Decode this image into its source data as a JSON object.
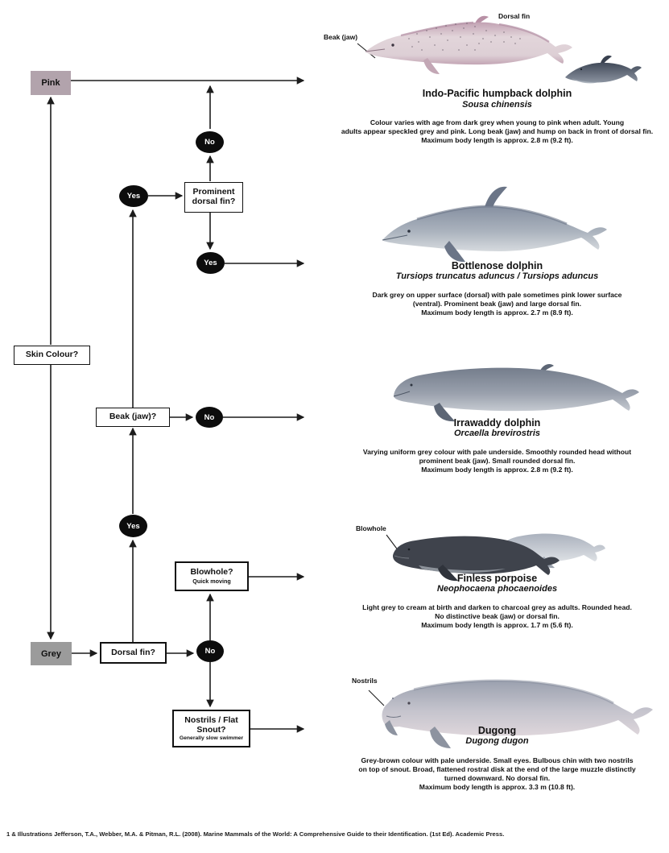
{
  "flowchart": {
    "nodes": {
      "pink": {
        "label": "Pink"
      },
      "grey": {
        "label": "Grey"
      },
      "skin_colour": {
        "label": "Skin Colour?"
      },
      "prominent_dorsal_fin": {
        "label": "Prominent dorsal fin?"
      },
      "beak_jaw": {
        "label": "Beak (jaw)?"
      },
      "dorsal_fin": {
        "label": "Dorsal fin?"
      },
      "blowhole": {
        "label": "Blowhole?",
        "sublabel": "Quick moving"
      },
      "nostrils": {
        "label": "Nostrils / Flat Snout?",
        "sublabel": "Generally slow swimmer"
      }
    },
    "decisions": {
      "yes": "Yes",
      "no": "No"
    },
    "colors": {
      "pink_box": "#b2a3ac",
      "grey_box": "#9b9b9b",
      "line": "#1c1c1c"
    }
  },
  "species": [
    {
      "common_name": "Indo-Pacific humpback dolphin",
      "scientific_name": "Sousa chinensis",
      "annotations": [
        "Beak (jaw)",
        "Dorsal fin"
      ],
      "body_color": "#d9c8d2",
      "description_lines": [
        "Colour varies with age from dark grey when young to pink when adult. Young",
        "adults appear speckled grey and pink. Long beak (jaw) and hump on back in front of dorsal fin.",
        "Maximum body length is approx. 2.8 m  (9.2 ft)."
      ]
    },
    {
      "common_name": "Bottlenose dolphin",
      "scientific_name": "Tursiops truncatus aduncus / Tursiops aduncus",
      "annotations": [],
      "body_color": "#8690a1",
      "description_lines": [
        "Dark grey on upper surface (dorsal) with pale sometimes pink lower surface",
        "(ventral). Prominent beak (jaw) and large dorsal fin.",
        "Maximum body length is approx. 2.7 m  (8.9 ft)."
      ]
    },
    {
      "common_name": "Irrawaddy dolphin",
      "scientific_name": "Orcaella brevirostris",
      "annotations": [],
      "body_color": "#747d8c",
      "description_lines": [
        "Varying uniform grey colour with pale underside. Smoothly rounded head without",
        "prominent beak (jaw). Small rounded dorsal fin.",
        "Maximum body length is approx. 2.8 m  (9.2 ft)."
      ]
    },
    {
      "common_name": "Finless porpoise",
      "scientific_name": "Neophocaena phocaenoides",
      "annotations": [
        "Blowhole"
      ],
      "body_color": "#3f434c",
      "description_lines": [
        "Light grey to cream at birth and darken to charcoal grey as adults. Rounded head.",
        "No distinctive beak (jaw) or dorsal fin.",
        "Maximum body length is approx. 1.7 m  (5.6 ft)."
      ]
    },
    {
      "common_name": "Dugong",
      "scientific_name": "Dugong dugon",
      "annotations": [
        "Nostrils"
      ],
      "body_color": "#9ba1af",
      "description_lines": [
        "Grey-brown colour with pale underside. Small eyes. Bulbous chin with two nostrils",
        "on top of snout. Broad, flattened rostral disk at the end of the large muzzle distinctly",
        "turned downward. No dorsal fin.",
        "Maximum body length is approx. 3.3 m  (10.8 ft)."
      ]
    }
  ],
  "footer": "1 & Illustrations Jefferson, T.A., Webber, M.A. & Pitman, R.L. (2008). Marine Mammals of the World: A Comprehensive Guide to their Identification. (1st Ed). Academic Press."
}
